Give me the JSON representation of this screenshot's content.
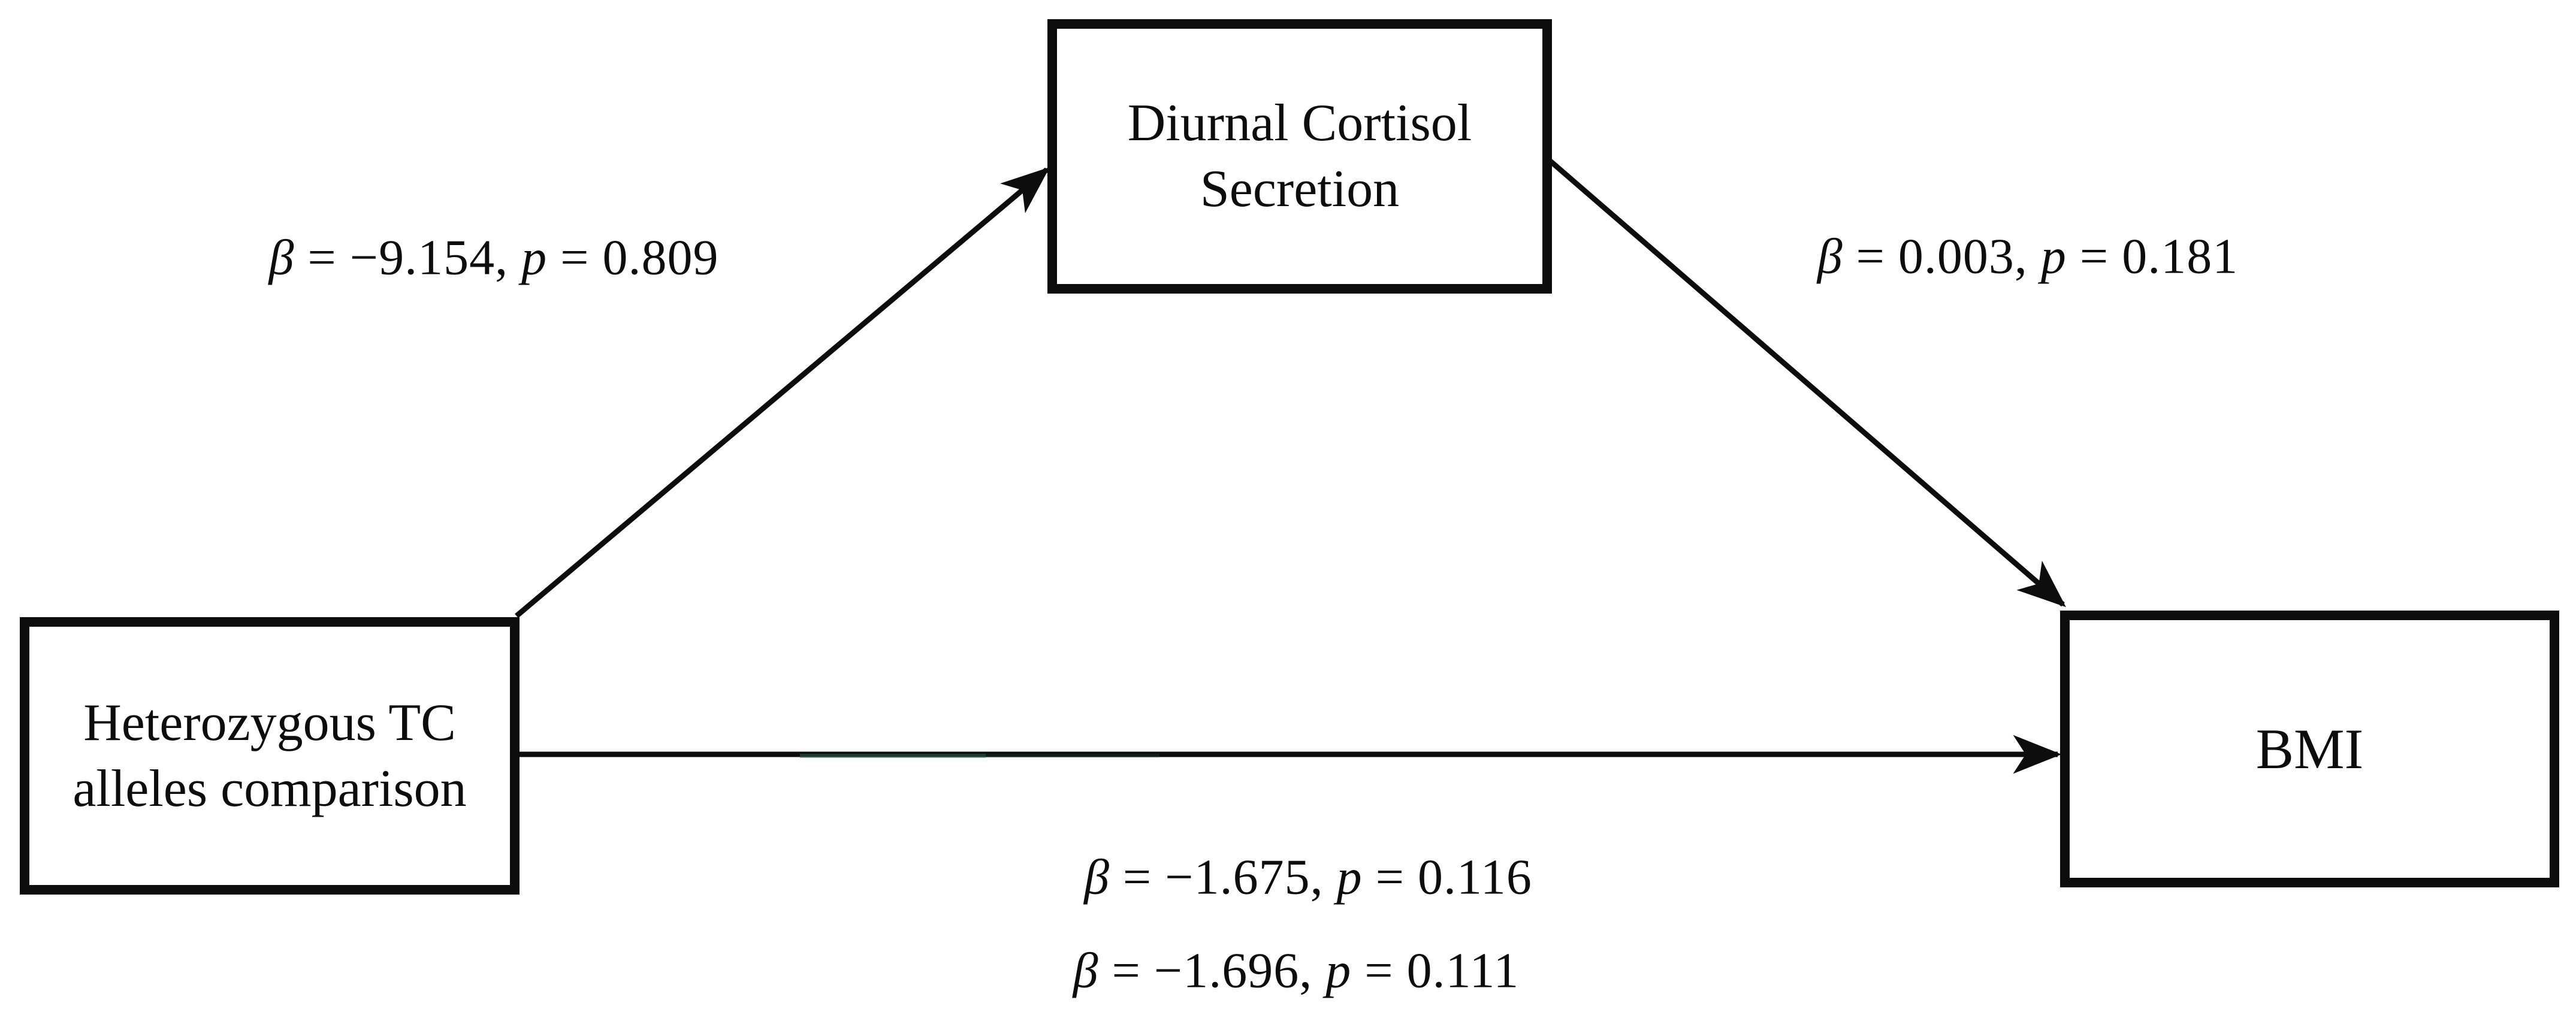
{
  "diagram": {
    "background_color": "#ffffff",
    "line_color": "#0d0d0d",
    "artifact_tint_color": "#2d6a4f",
    "boxes": {
      "mediator": {
        "line1": "Diurnal Cortisol",
        "line2": "Secretion"
      },
      "predictor": {
        "line1": "Heterozygous TC",
        "line2": "alleles comparison"
      },
      "outcome": {
        "line1": "BMI"
      }
    },
    "path_labels": {
      "a_path": {
        "beta_symbol": "β",
        "beta_value": " = −9.154, ",
        "p_symbol": "p",
        "p_value": " = 0.809"
      },
      "b_path": {
        "beta_symbol": "β",
        "beta_value": " = 0.003, ",
        "p_symbol": "p",
        "p_value": " = 0.181"
      },
      "direct_path_line1": {
        "beta_symbol": "β",
        "beta_value": " = −1.675, ",
        "p_symbol": "p",
        "p_value": " = 0.116"
      },
      "direct_path_line2": {
        "beta_symbol": "β",
        "beta_value": " = −1.696, ",
        "p_symbol": "p",
        "p_value": " = 0.111"
      }
    }
  }
}
